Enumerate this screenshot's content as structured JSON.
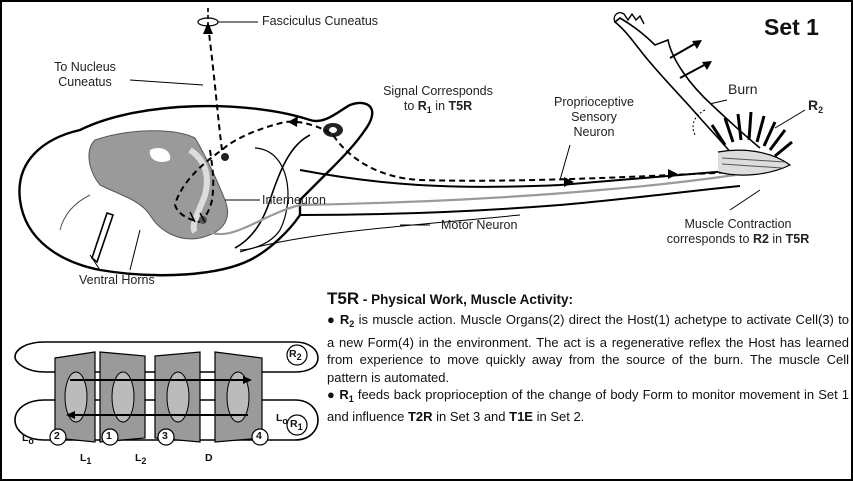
{
  "set_title": "Set 1",
  "labels": {
    "fasciculus": "Fasciculus Cuneatus",
    "to_nucleus_1": "To Nucleus",
    "to_nucleus_2": "Cuneatus",
    "signal_1": "Signal Corresponds",
    "signal_2_pre": "to ",
    "signal_2_r": "R",
    "signal_2_sub": "1",
    "signal_2_mid": " in ",
    "signal_2_code": "T5R",
    "proprio_1": "Proprioceptive",
    "proprio_2": "Sensory",
    "proprio_3": "Neuron",
    "burn": "Burn",
    "r2": "R",
    "r2_sub": "2",
    "interneuron": "Interneuron",
    "motor_neuron": "Motor Neuron",
    "ventral_horns": "Ventral Horns",
    "muscle_1": "Muscle Contraction",
    "muscle_2_pre": "corresponds to ",
    "muscle_2_code": "R2",
    "muscle_2_mid": " in ",
    "muscle_2_code2": "T5R"
  },
  "text": {
    "heading_code": "T5R",
    "heading_rest": " - Physical Work, Muscle Activity:",
    "b1_r": "R",
    "b1_sub": "2",
    "b1_text": " is muscle action. Muscle Organs(2) direct the Host(1) achetype to activate Cell(3) to a new Form(4) in the environment. The act is a regenerative reflex the Host has learned from experience to move quickly away from the source of the burn. The muscle Cell pattern is automated.",
    "b2_r": "R",
    "b2_sub": "1",
    "b2_text_1": " feeds back proprioception of the change of body Form to monitor movement in Set 1 and influence ",
    "b2_code_1": "T2R",
    "b2_text_2": " in Set 3 and ",
    "b2_code_2": "T1E",
    "b2_text_3": " in Set 2."
  },
  "mini": {
    "n2": "2",
    "n1": "1",
    "n3": "3",
    "n4": "4",
    "l0_left": "L",
    "l0_left_sub": "o",
    "l0_right": "L",
    "l0_right_sub": "o",
    "l1": "L",
    "l1_sub": "1",
    "l2": "L",
    "l2_sub": "2",
    "d": "D",
    "r2": "R",
    "r2_sub": "2",
    "r1": "R",
    "r1_sub": "1"
  }
}
